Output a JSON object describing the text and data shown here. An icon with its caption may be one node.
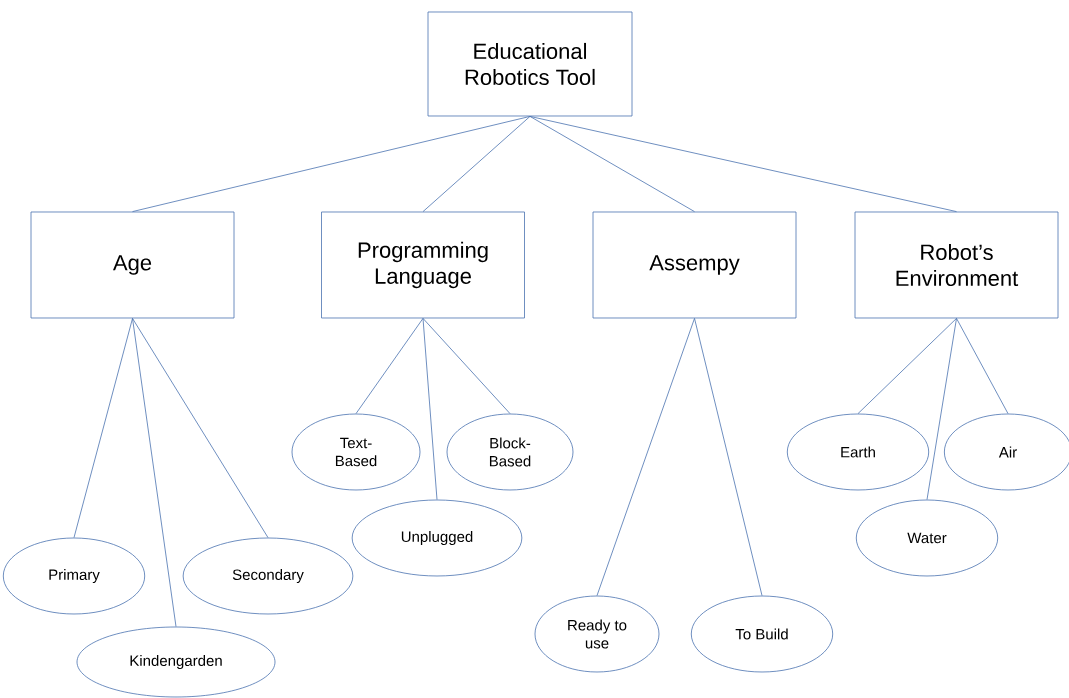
{
  "diagram": {
    "nodes": [
      {
        "text": [
          "Educational Robotics Tool"
        ]
      },
      {
        "text": [
          "Age"
        ]
      },
      {
        "text": [
          "Programming Language"
        ]
      },
      {
        "text": [
          "Assempy"
        ]
      },
      {
        "text": [
          "Robot’s Environment"
        ]
      },
      {
        "text": [
          "Primary"
        ]
      },
      {
        "text": [
          "Kindengarden"
        ]
      },
      {
        "text": [
          "Secondary"
        ]
      },
      {
        "text": [
          "Text-Based"
        ]
      },
      {
        "text": [
          "Unplugged"
        ]
      },
      {
        "text": [
          "Block-Based"
        ]
      },
      {
        "text": [
          "Ready to use"
        ]
      },
      {
        "text": [
          "To Build"
        ]
      },
      {
        "text": [
          "Earth"
        ]
      },
      {
        "text": [
          "Water"
        ]
      },
      {
        "text": [
          "Air"
        ]
      }
    ],
    "edges": [
      {
        "from": 0,
        "to": 1,
        "arrow": "none"
      },
      {
        "from": 0,
        "to": 2,
        "arrow": "none"
      },
      {
        "from": 0,
        "to": 3,
        "arrow": "none"
      },
      {
        "from": 0,
        "to": 4,
        "arrow": "none"
      },
      {
        "from": 1,
        "to": 5,
        "arrow": "none"
      },
      {
        "from": 1,
        "to": 6,
        "arrow": "none"
      },
      {
        "from": 1,
        "to": 7,
        "arrow": "none"
      },
      {
        "from": 2,
        "to": 8,
        "arrow": "none"
      },
      {
        "from": 2,
        "to": 9,
        "arrow": "none"
      },
      {
        "from": 2,
        "to": 10,
        "arrow": "none"
      },
      {
        "from": 3,
        "to": 11,
        "arrow": "none"
      },
      {
        "from": 3,
        "to": 12,
        "arrow": "none"
      },
      {
        "from": 4,
        "to": 13,
        "arrow": "none"
      },
      {
        "from": 4,
        "to": 14,
        "arrow": "none"
      },
      {
        "from": 4,
        "to": 15,
        "arrow": "none"
      }
    ]
  }
}
